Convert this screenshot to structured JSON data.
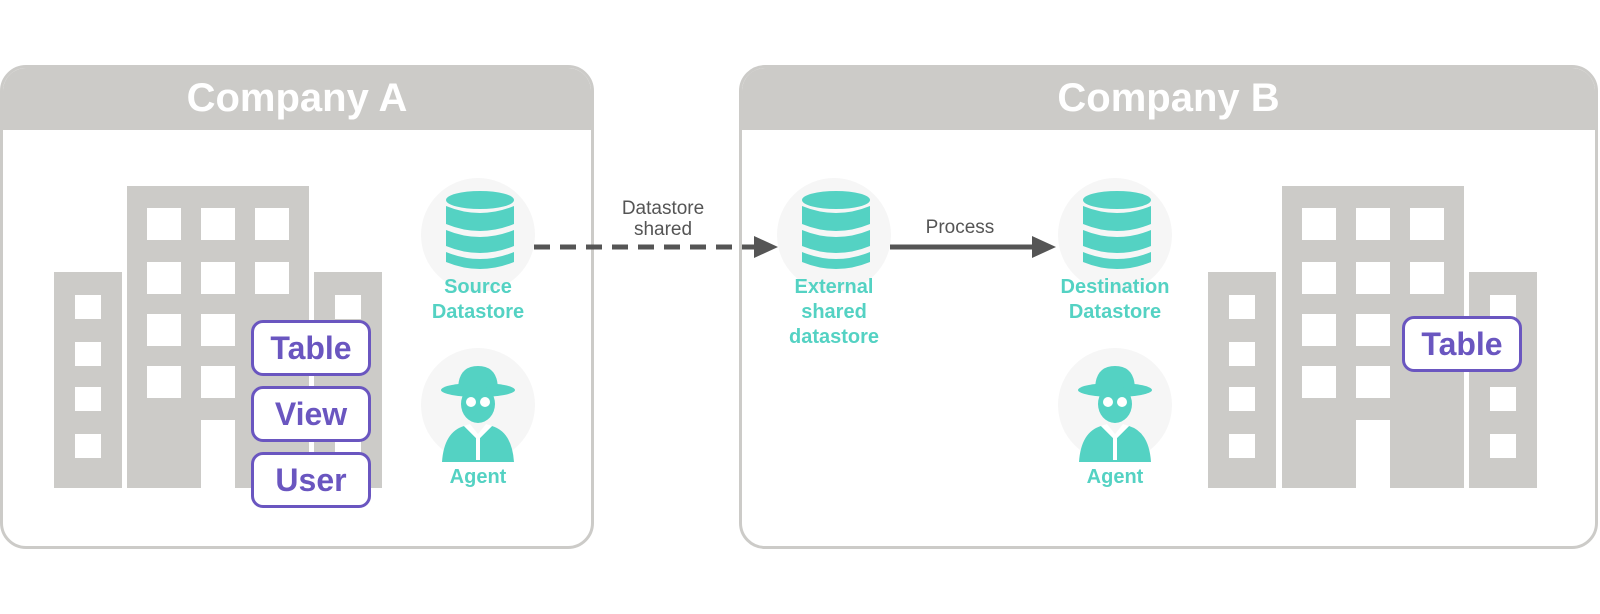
{
  "colors": {
    "panel_gray": "#cccbc8",
    "teal": "#54d2c3",
    "purple": "#6a56c0",
    "arrow": "#555555"
  },
  "company_a": {
    "title": "Company A",
    "tags": [
      "Table",
      "View",
      "User"
    ],
    "source_datastore_label": "Source\nDatastore",
    "agent_label": "Agent"
  },
  "edges": {
    "shared": "Datastore\nshared",
    "process": "Process"
  },
  "company_b": {
    "title": "Company B",
    "external_datastore_label": "External\nshared\ndatastore",
    "destination_datastore_label": "Destination\nDatastore",
    "agent_label": "Agent",
    "tag": "Table"
  },
  "icons": [
    "building-icon",
    "database-icon",
    "agent-icon",
    "arrow-dashed-icon",
    "arrow-solid-icon"
  ]
}
